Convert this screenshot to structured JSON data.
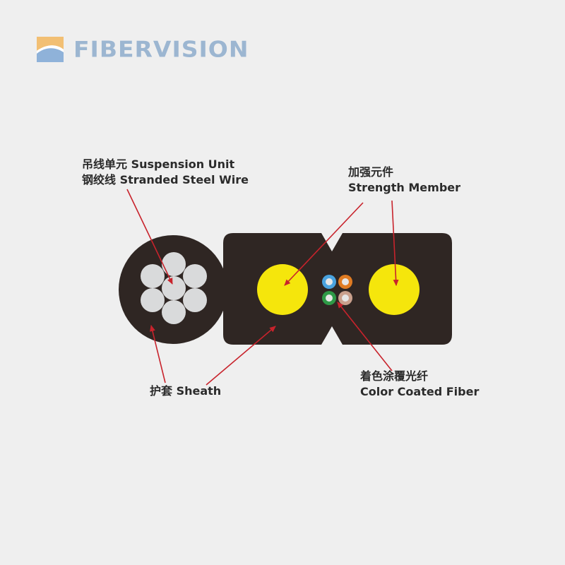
{
  "brand": {
    "name": "FIBERVISION",
    "icon": "fibervision-logo-icon",
    "colors": {
      "text": "#9cb6d1",
      "mark_top": "#f2bf73",
      "mark_bottom": "#8fb2d9"
    }
  },
  "labels": {
    "suspension": {
      "line1": "吊线单元 Suspension Unit",
      "line2": "钢绞线 Stranded Steel Wire"
    },
    "strength": {
      "line1": "加强元件",
      "line2": "Strength Member"
    },
    "sheath": {
      "line1": "护套 Sheath"
    },
    "fiber": {
      "line1": "着色涂覆光纤",
      "line2": "Color Coated Fiber"
    }
  },
  "colors": {
    "sheath": "#2f2623",
    "steel_wire": "#d9dadb",
    "strength_member": "#f5e60c",
    "pointer": "#c8232c",
    "fibers": [
      "#4aa3df",
      "#e07b22",
      "#2e9a47",
      "#c9a08d"
    ]
  }
}
